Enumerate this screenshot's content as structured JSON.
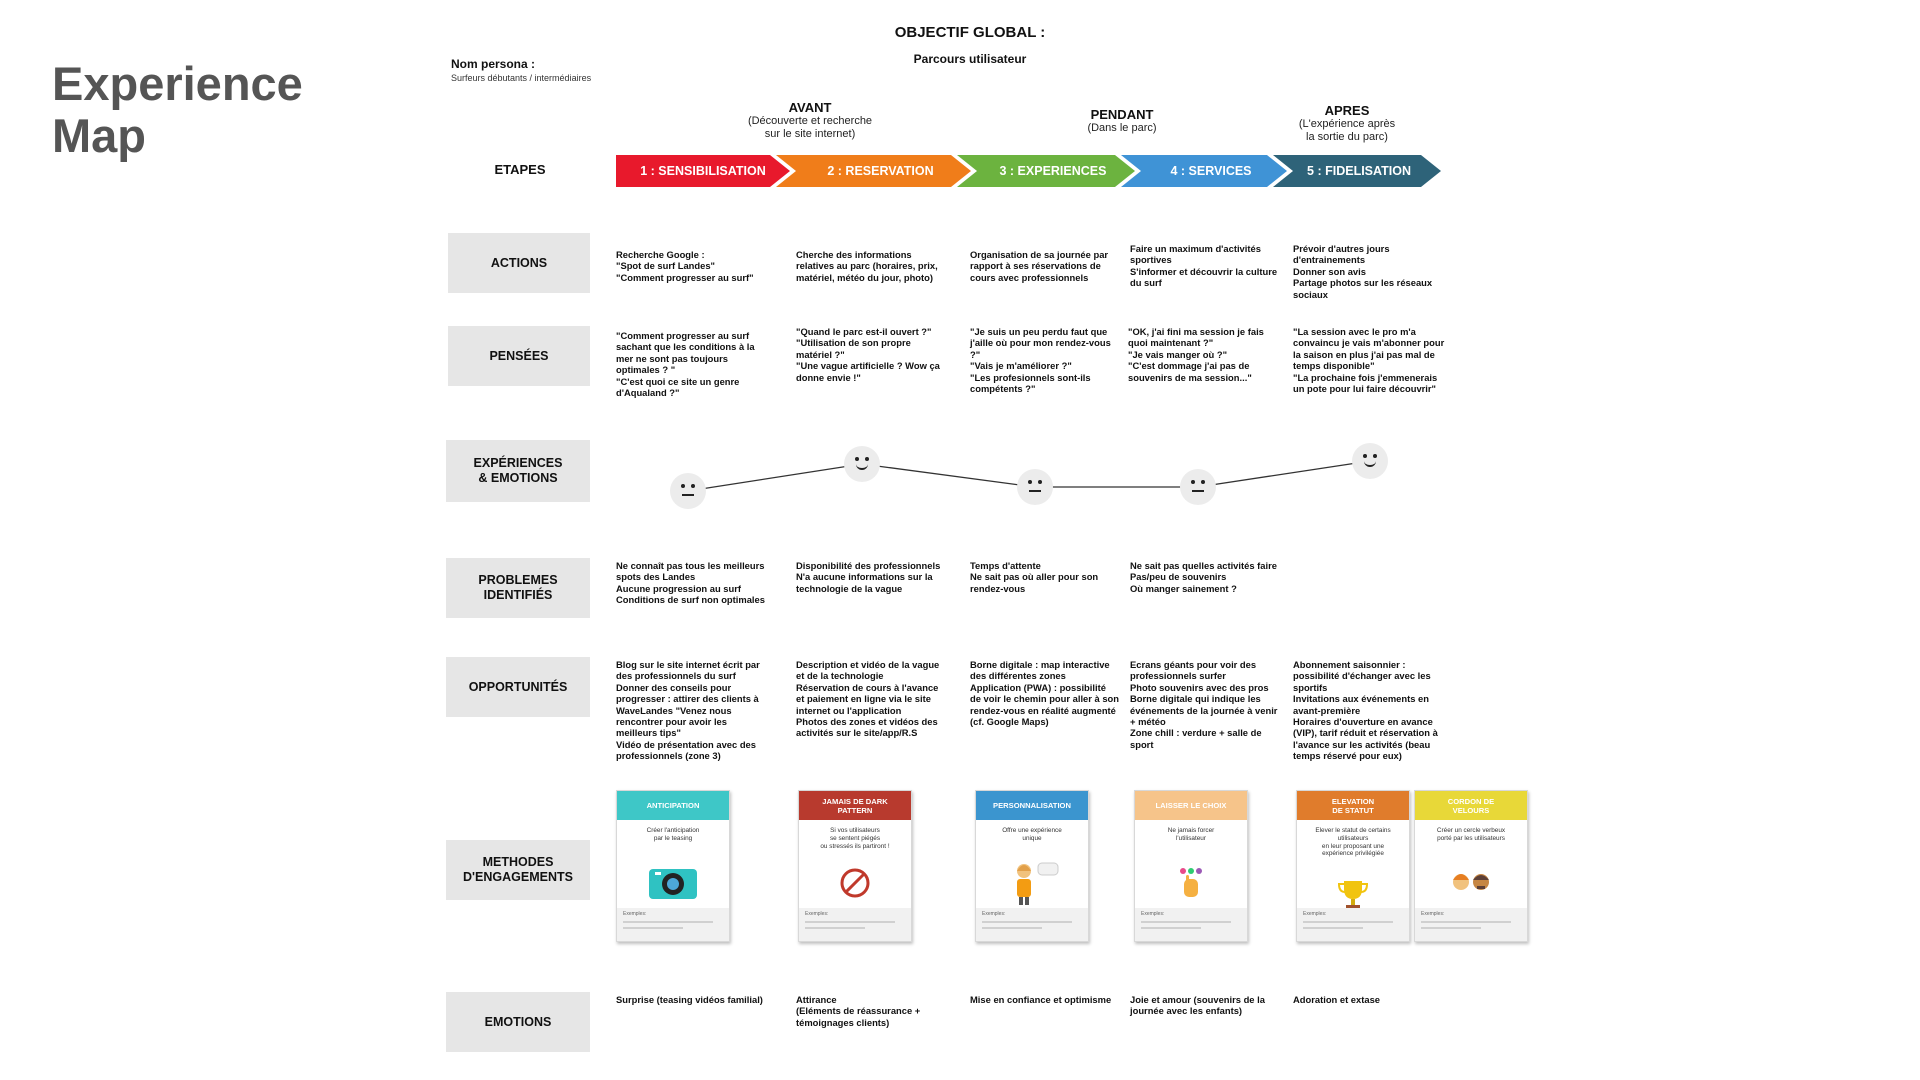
{
  "page_title": "Experience\nMap",
  "objective": {
    "title": "OBJECTIF GLOBAL :",
    "subtitle": "Parcours utilisateur"
  },
  "persona": {
    "label": "Nom persona :",
    "value": "Surfeurs débutants / intermédiaires"
  },
  "phases": [
    {
      "title": "AVANT",
      "subtitle": "(Découverte et recherche\nsur le site internet)"
    },
    {
      "title": "PENDANT",
      "subtitle": "(Dans le parc)"
    },
    {
      "title": "APRES",
      "subtitle": "(L'expérience après\nla sortie du parc)"
    }
  ],
  "etapes_label": "ETAPES",
  "steps": [
    {
      "label": "1 : SENSIBILISATION",
      "color": "#e8192c"
    },
    {
      "label": "2 : RESERVATION",
      "color": "#f07d1a"
    },
    {
      "label": "3 : EXPERIENCES",
      "color": "#6cb33f"
    },
    {
      "label": "4 : SERVICES",
      "color": "#3f93d6"
    },
    {
      "label": "5 : FIDELISATION",
      "color": "#2e6379"
    }
  ],
  "rows": {
    "actions": {
      "label": "ACTIONS",
      "cells": [
        "Recherche Google :\n\"Spot de surf Landes\"\n\"Comment progresser au surf\"",
        "Cherche des informations\nrelatives au parc (horaires, prix,\nmatériel, météo du jour, photo)",
        "Organisation de sa journée par\nrapport à ses réservations de\ncours avec professionnels",
        "Faire un maximum d'activités\nsportives\nS'informer et découvrir la culture\ndu surf",
        "Prévoir d'autres jours\nd'entrainements\nDonner son avis\nPartage photos sur les réseaux\nsociaux"
      ]
    },
    "pensees": {
      "label": "PENSÉES",
      "cells": [
        "\"Comment progresser au surf\nsachant que les conditions à la\nmer ne sont pas toujours\noptimales ? \"\n\"C'est quoi ce site un genre\nd'Aqualand ?\"",
        "\"Quand le parc est-il ouvert ?\"\n\"Utilisation de son propre\nmatériel ?\"\n\"Une vague artificielle ? Wow ça\ndonne envie !\"",
        "\"Je suis un peu perdu faut que\nj'aille où pour mon rendez-vous\n?\"\n\"Vais je m'améliorer ?\"\n\"Les profesionnels sont-ils\ncompétents ?\"",
        "\"OK, j'ai fini ma session je fais\nquoi maintenant ?\"\n\"Je vais manger où ?\"\n\"C'est dommage j'ai pas de\nsouvenirs de ma session...\"",
        "\"La session avec le pro m'a\nconvaincu je vais m'abonner pour\nla saison en plus j'ai pas mal de\ntemps disponible\"\n\"La prochaine fois j'emmenerais\nun pote pour lui faire découvrir\""
      ]
    },
    "experiences": {
      "label": "EXPÉRIENCES\n& EMOTIONS",
      "faces": [
        {
          "mood": "neutral",
          "level": 0
        },
        {
          "mood": "happy",
          "level": 1
        },
        {
          "mood": "neutral",
          "level": 0
        },
        {
          "mood": "neutral",
          "level": 0
        },
        {
          "mood": "happy",
          "level": 1
        }
      ]
    },
    "problemes": {
      "label": "PROBLEMES\nIDENTIFIÉS",
      "cells": [
        "Ne connaît pas tous les meilleurs\nspots des Landes\nAucune progression au surf\nConditions de surf non optimales",
        "Disponibilité des professionnels\nN'a aucune informations sur la\ntechnologie de la vague",
        "Temps d'attente\nNe sait pas où aller pour son\nrendez-vous",
        "Ne sait pas quelles activités faire\nPas/peu de souvenirs\nOù manger sainement ?",
        ""
      ]
    },
    "opportunites": {
      "label": "OPPORTUNITÉS",
      "cells": [
        "Blog sur le site internet écrit par\ndes professionnels du surf\nDonner des conseils pour\nprogresser : attirer des clients à\nWaveLandes \"Venez nous\nrencontrer pour avoir les\nmeilleurs tips\"\nVidéo de présentation avec des\nprofessionnels (zone 3)",
        "Description et vidéo de la vague\net de la technologie\nRéservation de cours à l'avance\net paiement en ligne via le site\ninternet ou l'application\nPhotos des zones et vidéos des\nactivités sur le site/app/R.S",
        "Borne digitale : map interactive\ndes différentes zones\nApplication (PWA) : possibilité\nde voir le chemin pour aller à son\nrendez-vous en réalité augmenté\n(cf. Google Maps)",
        "Ecrans géants pour voir des\nprofessionnels surfer\nPhoto souvenirs avec des pros\nBorne digitale qui indique les\névénements de la journée à venir\n+ météo\nZone chill : verdure + salle de\nsport",
        "Abonnement saisonnier :\npossibilité d'échanger avec les\nsportifs\nInvitations aux événements en\navant-première\nHoraires d'ouverture en avance\n(VIP), tarif réduit et réservation à\nl'avance sur les activités (beau\ntemps réservé pour eux)"
      ]
    },
    "methodes": {
      "label": "METHODES\nD'ENGAGEMENTS",
      "cards": [
        {
          "title": "ANTICIPATION",
          "color": "#3ec7c7",
          "desc": "Créer l'anticipation\npar le teasing",
          "icon": "camera-icon",
          "example": "Exemples:"
        },
        {
          "title": "JAMAIS DE DARK\nPATTERN",
          "color": "#b83a2e",
          "desc": "Si vos utilisateurs\nse sentent piégés\nou stressés ils partiront !",
          "icon": "forbidden-icon",
          "example": "Exemples:"
        },
        {
          "title": "PERSONNALISATION",
          "color": "#3b95cf",
          "desc": "Offre une expérience\nunique",
          "icon": "person-icon",
          "example": "Exemples:"
        },
        {
          "title": "LAISSER LE CHOIX",
          "color": "#f6c48a",
          "desc": "Ne jamais forcer\nl'utilisateur",
          "icon": "hand-icon",
          "example": "Exemples:"
        },
        {
          "title": "ELEVATION\nDE STATUT",
          "color": "#e07c2c",
          "desc": "Elever le statut de certains\nutilisateurs\nen leur proposant une\nexpérience privilégiée",
          "icon": "trophy-icon",
          "example": "Exemples:"
        },
        {
          "title": "CORDON DE\nVELOURS",
          "color": "#e8d838",
          "desc": "Créer un cercle verbeux\nporté par les utilisateurs",
          "icon": "people-icon",
          "example": "Exemples:"
        }
      ]
    },
    "emotions": {
      "label": "EMOTIONS",
      "cells": [
        "Surprise (teasing vidéos familial)",
        "Attirance\n(Eléments de réassurance +\ntémoignages clients)",
        "Mise en confiance et optimisme",
        "Joie et amour (souvenirs de la\njournée avec les enfants)",
        "Adoration et extase"
      ]
    }
  }
}
